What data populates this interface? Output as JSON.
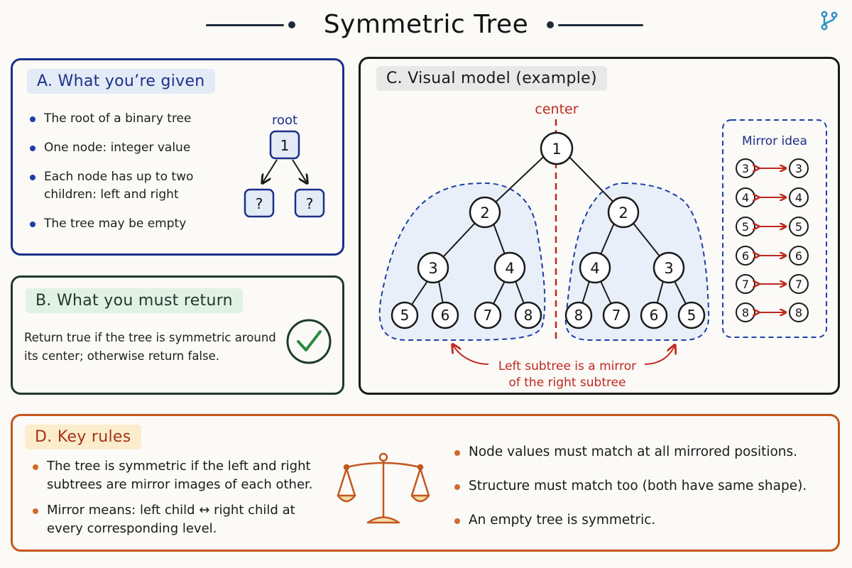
{
  "header": {
    "title": "Symmetric Tree"
  },
  "panel_a": {
    "title": "A. What you’re given",
    "bullets": [
      "The root of a binary tree",
      "One node: integer value",
      "Each node has up to two children: left and right",
      "The tree may be empty"
    ],
    "diagram": {
      "root_label": "root",
      "root_value": "1",
      "child_left": "?",
      "child_right": "?"
    }
  },
  "panel_b": {
    "title": "B. What you must return",
    "text": "Return true if the tree is symmetric around its center; otherwise return false."
  },
  "panel_c": {
    "title": "C. Visual model (example)",
    "center_label": "center",
    "tree": {
      "root": "1",
      "level2": [
        "2",
        "2"
      ],
      "level3": [
        "3",
        "4",
        "4",
        "3"
      ],
      "level4": [
        "5",
        "6",
        "7",
        "8",
        "8",
        "7",
        "6",
        "5"
      ]
    },
    "caption_line1": "Left subtree is a mirror",
    "caption_line2": "of the right subtree",
    "mirror": {
      "title": "Mirror idea",
      "pairs": [
        [
          "3",
          "3"
        ],
        [
          "4",
          "4"
        ],
        [
          "5",
          "5"
        ],
        [
          "6",
          "6"
        ],
        [
          "7",
          "7"
        ],
        [
          "8",
          "8"
        ]
      ]
    }
  },
  "panel_d": {
    "title": "D. Key rules",
    "left_bullets": [
      "The tree is symmetric if the left and right subtrees are mirror images of each other.",
      "Mirror means: left child ↔ right child at every corresponding level."
    ],
    "right_bullets": [
      "Node values must match at all mirrored positions.",
      "Structure must match too (both have same shape).",
      "An empty tree is symmetric."
    ]
  },
  "colors": {
    "blue": "#1d2f8a",
    "green": "#1f3a2a",
    "red": "#c0281e",
    "orange": "#c4571f"
  },
  "icons": [
    "git-branch-icon",
    "checkmark-circle-icon",
    "balance-scale-icon",
    "double-arrow-icon",
    "curved-arrow-icon"
  ]
}
